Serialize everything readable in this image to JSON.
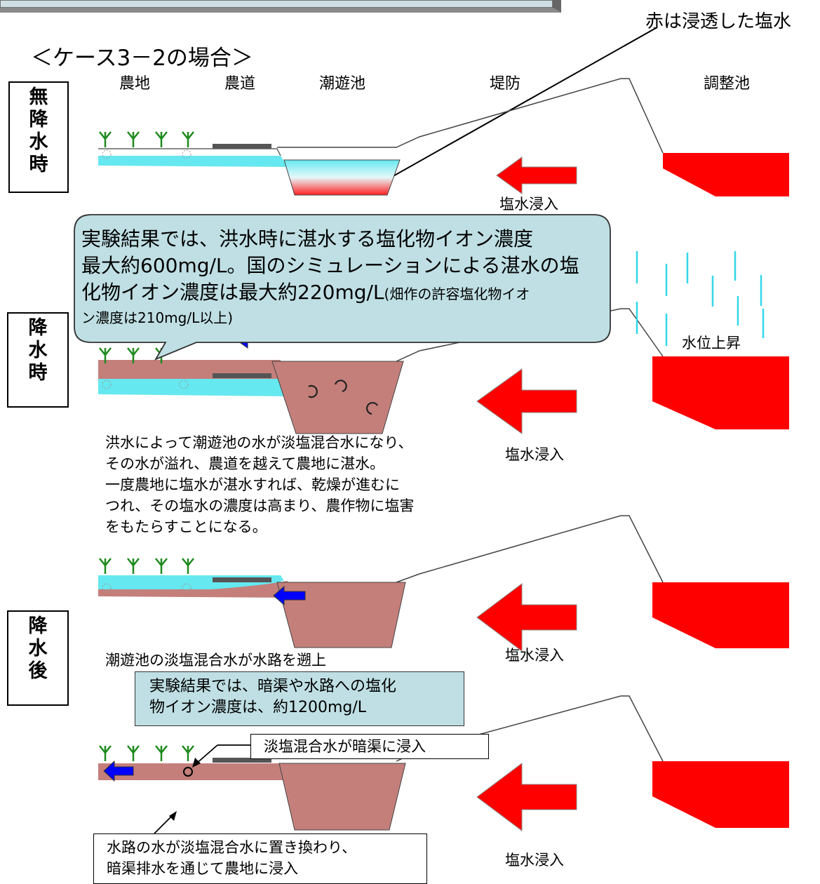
{
  "legend_note": "赤は浸透した塩水",
  "case_title": "＜ケース3－2の場合＞",
  "column_labels": {
    "farmland": "農地",
    "farm_road": "農道",
    "tidal_pond": "潮遊池",
    "levee": "堤防",
    "regulating_pond": "調整池"
  },
  "side_labels": {
    "no_rain": "無\n降\n水\n時",
    "rain": "降\n水\n時",
    "after_rain": "降\n水\n後"
  },
  "saltwater_intrusion": "塩水浸入",
  "water_level_rise": "水位上昇",
  "bubble": {
    "line1": "実験結果では、洪水時に湛水する塩化物イオン濃度",
    "line2": "最大約600mg/L。国のシミュレーションによる湛水の塩",
    "line3_main": "化物イオン濃度は最大約220mg/L",
    "line3_small": "(畑作の許容塩化物イオ",
    "line4": "ン濃度は210mg/L以上)"
  },
  "description": "洪水によって潮遊池の水が淡塩混合水になり、\nその水が溢れ、農道を越えて農地に湛水。\n一度農地に塩水が湛水すれば、乾燥が進むに\nつれ、その塩水の濃度は高まり、農作物に塩害\nをもたらすことになる。",
  "backflow_note": "潮遊池の淡塩混合水が水路を遡上",
  "experiment_box": "実験結果では、暗渠や水路への塩化\n物イオン濃度は、約1200mg/L",
  "callout_drain": "淡塩混合水が暗渠に浸入",
  "callout_channel": "水路の水が淡塩混合水に置き換わり、\n暗渠排水を通じて農地に浸入",
  "colors": {
    "fresh_water": "#66e8f0",
    "mixed_water": "#c47f7b",
    "salt_water": "#ff0000",
    "flow_arrow": "#0000ff",
    "bubble_fill": "#bfdfe4"
  }
}
